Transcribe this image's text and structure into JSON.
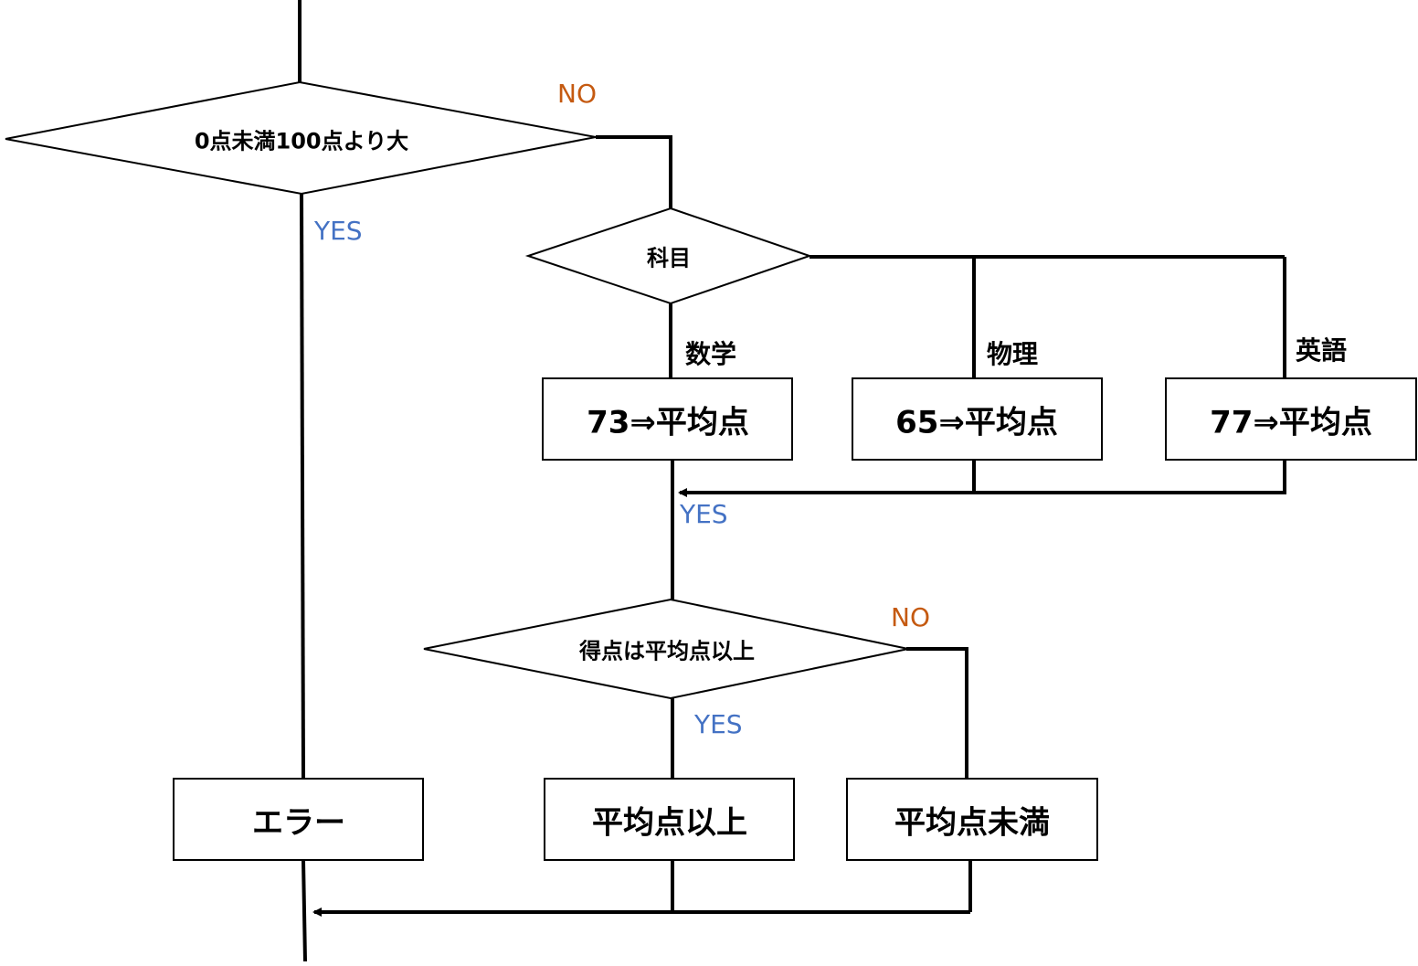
{
  "decisions": {
    "range_check": "0点未満100点より大",
    "subject": "科目",
    "compare": "得点は平均点以上"
  },
  "branches": {
    "math": "数学",
    "physics": "物理",
    "english": "英語"
  },
  "processes": {
    "math_avg": "73⇒平均点",
    "physics_avg": "65⇒平均点",
    "english_avg": "77⇒平均点",
    "error": "エラー",
    "above_avg": "平均点以上",
    "below_avg": "平均点未満"
  },
  "edges": {
    "no_1": "NO",
    "yes_1": "YES",
    "yes_2": "YES",
    "no_2": "NO",
    "yes_3": "YES"
  },
  "colors": {
    "yes": "#4472c4",
    "no": "#c55a11"
  }
}
